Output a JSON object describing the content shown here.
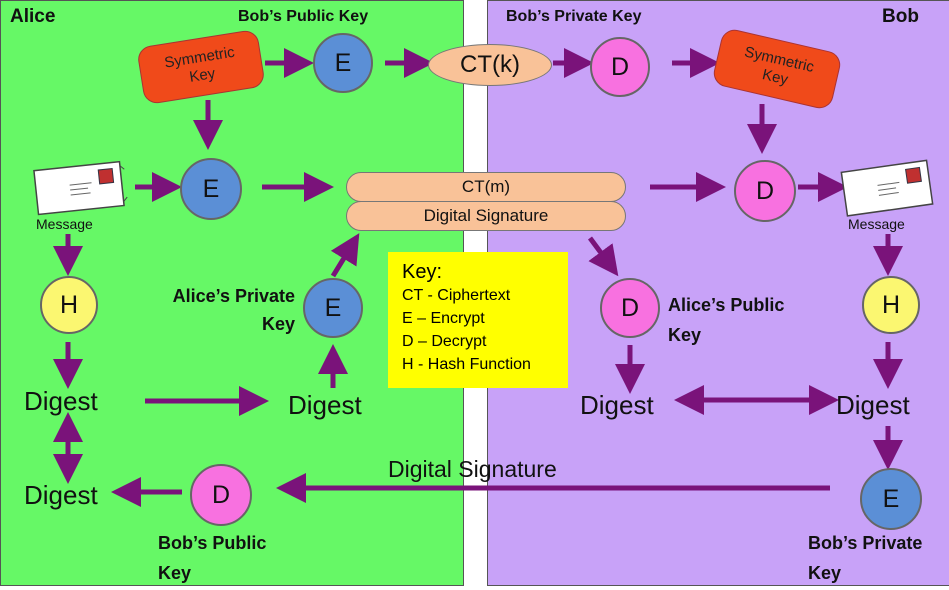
{
  "alice": {
    "title": "Alice",
    "bobs_public_key_top": "Bob’s Public Key",
    "symmetric_key": "Symmetric\nKey",
    "encrypt_top": "E",
    "encrypt_msg": "E",
    "message": "Message",
    "hash": "H",
    "digest_left": "Digest",
    "private_key_label": "Alice’s Private\nKey",
    "encrypt_sig": "E",
    "digest_mid": "Digest",
    "digest_bottom": "Digest",
    "decrypt_bottom": "D",
    "bobs_public_key_bottom": "Bob’s Public\nKey"
  },
  "center": {
    "ct_k": "CT(k)",
    "ct_m": "CT(m)",
    "digital_signature_pill": "Digital Signature",
    "digital_signature_line": "Digital Signature"
  },
  "bob": {
    "title": "Bob",
    "bobs_private_key_top": "Bob’s Private Key",
    "decrypt_top": "D",
    "symmetric_key": "Symmetric\nKey",
    "decrypt_msg": "D",
    "message": "Message",
    "hash": "H",
    "decrypt_sig": "D",
    "alices_public_key": "Alice’s Public\nKey",
    "digest_left": "Digest",
    "digest_right": "Digest",
    "encrypt_bottom": "E",
    "bobs_private_key_bottom": "Bob’s Private\nKey"
  },
  "legend": {
    "title": "Key:",
    "rows": [
      "CT - Ciphertext",
      "E – Encrypt",
      "D – Decrypt",
      "H - Hash Function"
    ]
  },
  "colors": {
    "alice_panel": "#66f866",
    "bob_panel": "#c8a2f8",
    "arrow": "#7a137a",
    "encrypt_node": "#5b8fd6",
    "decrypt_node": "#f871e0",
    "hash_node": "#fbf771",
    "symmetric_key": "#f04a1a",
    "ciphertext_pill": "#f9c298",
    "legend_bg": "#ffff00"
  }
}
